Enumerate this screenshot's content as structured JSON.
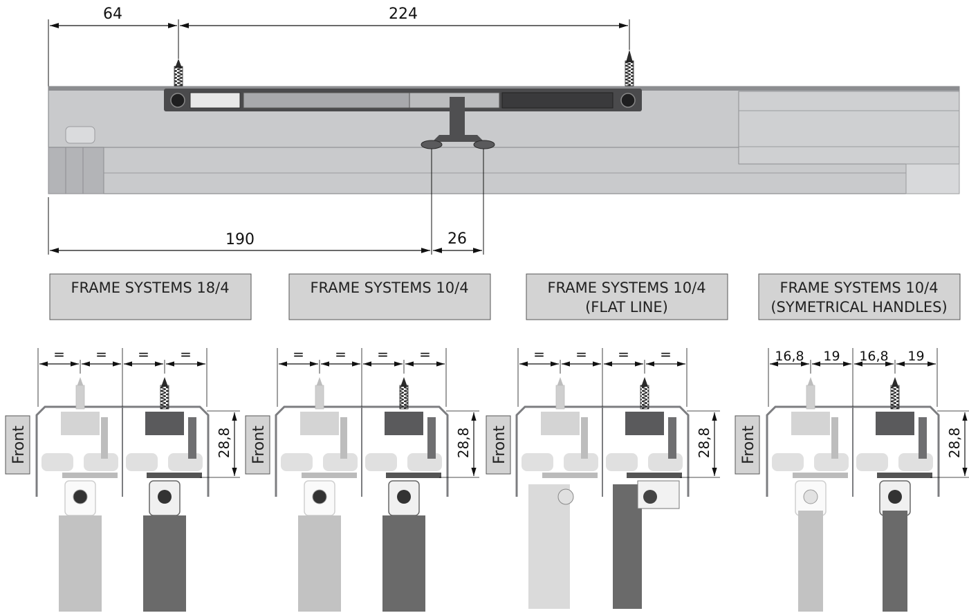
{
  "top_dimensions": {
    "d64": "64",
    "d224": "224",
    "d190": "190",
    "d26": "26"
  },
  "systems": [
    {
      "line1": "FRAME SYSTEMS 18/4",
      "line2": ""
    },
    {
      "line1": "FRAME SYSTEMS 10/4",
      "line2": ""
    },
    {
      "line1": "FRAME SYSTEMS 10/4",
      "line2": "(FLAT LINE)"
    },
    {
      "line1": "FRAME SYSTEMS 10/4",
      "line2": "(SYMETRICAL HANDLES)"
    }
  ],
  "front_label": "Front",
  "height_dim": "28,8",
  "equal_mark": "=",
  "sym_dims": {
    "a": "16,8",
    "b": "19"
  },
  "colors": {
    "profile": "#c9cacc",
    "profile_dark": "#8c8d90",
    "mechanism": "#4a4a4c",
    "panel_light": "#c2c2c2",
    "panel_dark": "#6a6a6a"
  }
}
